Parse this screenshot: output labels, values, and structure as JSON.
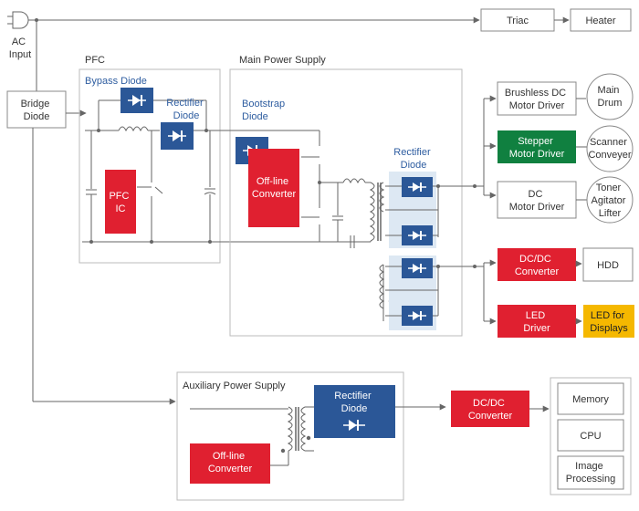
{
  "ac_input": [
    "AC",
    "Input"
  ],
  "bridge_diode": [
    "Bridge",
    "Diode"
  ],
  "triac": "Triac",
  "heater": "Heater",
  "pfc": {
    "title": "PFC",
    "bypass_diode": "Bypass Diode",
    "rectifier_diode": [
      "Rectifier",
      "Diode"
    ],
    "ic": [
      "PFC",
      "IC"
    ]
  },
  "main_power_supply": {
    "title": "Main Power Supply",
    "bootstrap_diode": [
      "Bootstrap",
      "Diode"
    ],
    "offline_converter": [
      "Off-line",
      "Converter"
    ],
    "rectifier_diode": [
      "Rectifier",
      "Diode"
    ]
  },
  "loads": {
    "brushless_driver": [
      "Brushless DC",
      "Motor Driver"
    ],
    "main_drum": [
      "Main",
      "Drum"
    ],
    "stepper_driver": [
      "Stepper",
      "Motor Driver"
    ],
    "scanner": [
      "Scanner",
      "Conveyer"
    ],
    "dc_driver": [
      "DC",
      "Motor Driver"
    ],
    "toner": [
      "Toner",
      "Agitator",
      "Lifter"
    ],
    "dcdc_converter": [
      "DC/DC",
      "Converter"
    ],
    "hdd": "HDD",
    "led_driver": [
      "LED",
      "Driver"
    ],
    "led_displays": [
      "LED for",
      "Displays"
    ]
  },
  "auxiliary_power_supply": {
    "title": "Auxiliary  Power Supply",
    "rectifier_diode": [
      "Rectifier",
      "Diode"
    ],
    "offline_converter": [
      "Off-line",
      "Converter"
    ],
    "dcdc_converter": [
      "DC/DC",
      "Converter"
    ]
  },
  "system": {
    "memory": "Memory",
    "cpu": "CPU",
    "image_processing": [
      "Image",
      "Processing"
    ]
  },
  "colors": {
    "red": "#e02030",
    "blue": "#2b5797",
    "green": "#108040",
    "amber": "#f5b800"
  }
}
